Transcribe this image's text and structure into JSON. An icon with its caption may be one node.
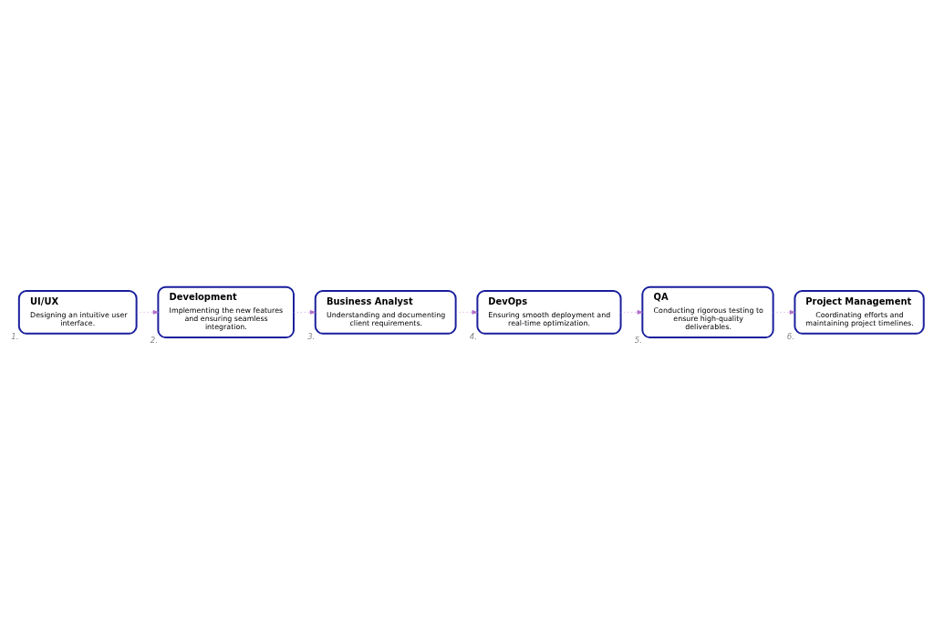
{
  "diagram": {
    "nodes": [
      {
        "text": [
          "UI/UX",
          "Designing an intuitive user interface."
        ],
        "beside": [
          "1."
        ]
      },
      {
        "text": [
          "Development",
          "Implementing the new features and ensuring seamless integration."
        ],
        "beside": [
          "2."
        ]
      },
      {
        "text": [
          "Business Analyst",
          "Understanding and documenting client requirements."
        ],
        "beside": [
          "3."
        ]
      },
      {
        "text": [
          "DevOps",
          "Ensuring smooth deployment and real-time optimization."
        ],
        "beside": [
          "4."
        ]
      },
      {
        "text": [
          "QA",
          "Conducting rigorous testing to ensure high-quality deliverables."
        ],
        "beside": [
          "5."
        ]
      },
      {
        "text": [
          "Project Management",
          "Coordinating efforts and maintaining project timelines."
        ],
        "beside": [
          "6."
        ]
      }
    ],
    "edges": [
      {
        "from": 0,
        "to": 1,
        "arrow": "to",
        "style": "dashed"
      },
      {
        "from": 1,
        "to": 2,
        "arrow": "to",
        "style": "dashed"
      },
      {
        "from": 2,
        "to": 3,
        "arrow": "to",
        "style": "dashed"
      },
      {
        "from": 3,
        "to": 4,
        "arrow": "to",
        "style": "dashed"
      },
      {
        "from": 4,
        "to": 5,
        "arrow": "to",
        "style": "dashed"
      }
    ]
  }
}
